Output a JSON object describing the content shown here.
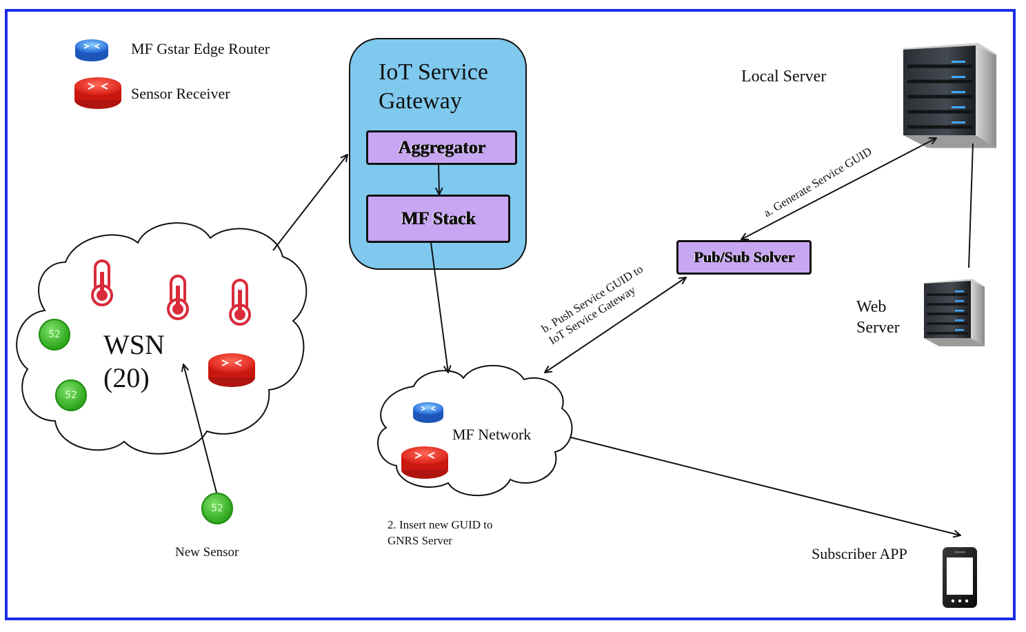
{
  "legend": {
    "edge_router_label": "MF Gstar  Edge Router",
    "edge_router_squiggle": "Gstar",
    "sensor_receiver_label": "Sensor Receiver"
  },
  "gateway": {
    "title_line1": "IoT Service",
    "title_line2": "Gateway",
    "aggregator": "Aggregator",
    "mf_stack": "MF  Stack"
  },
  "wsn": {
    "line1": "WSN",
    "line2": "(20)",
    "sensor_badge": "52"
  },
  "new_sensor": {
    "label": "New Sensor",
    "badge": "52"
  },
  "mf_network": {
    "label": "MF Network",
    "note_line1": "2. Insert new GUID to",
    "note_line2": "GNRS Server"
  },
  "pubsub": {
    "label": "Pub/Sub Solver",
    "push_line1": "b. Push Service GUID to",
    "push_line2": "IoT Service Gateway",
    "generate": "a. Generate Service GUID"
  },
  "servers": {
    "local": "Local Server",
    "web_line1": "Web",
    "web_line2": "Server"
  },
  "subscriber": {
    "label": "Subscriber APP"
  },
  "colors": {
    "frame": "#1a2ee6",
    "gateway_fill": "#7fc9ee",
    "box_fill": "#c8a7f2",
    "thermometer": "#d92b3a",
    "router_red": "#e0241e",
    "router_blue": "#2f7fe0"
  }
}
